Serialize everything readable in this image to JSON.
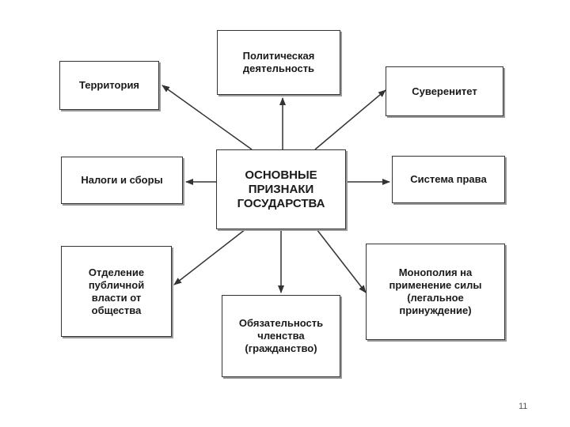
{
  "diagram": {
    "center": "ОСНОВНЫЕ\nПРИЗНАКИ\nГОСУДАРСТВА",
    "nodes": {
      "political_activity": "Политическая\nдеятельность",
      "territory": "Территория",
      "sovereignty": "Суверенитет",
      "taxes": "Налоги и сборы",
      "legal_system": "Система права",
      "separation": "Отделение\nпубличной\nвласти от\nобщества",
      "membership": "Обязательность\nчленства\n(гражданство)",
      "monopoly": "Монополия на\nприменение силы\n(легальное\nпринуждение)"
    }
  },
  "page_number": "11",
  "colors": {
    "line": "#333333",
    "shadow": "#9a9a9a"
  }
}
